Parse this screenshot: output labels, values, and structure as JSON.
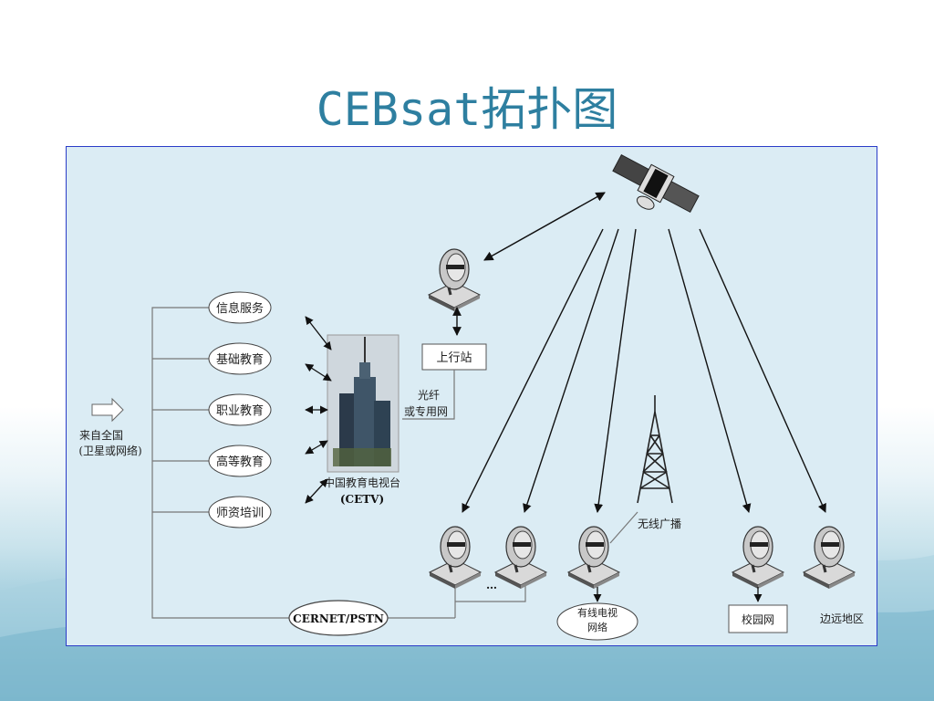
{
  "slide": {
    "title": "CEBsat拓扑图"
  },
  "diagram": {
    "services": [
      "信息服务",
      "基础教育",
      "职业教育",
      "高等教育",
      "师资培训"
    ],
    "source_line1": "来自全国",
    "source_line2": "(卫星或网络)",
    "tv_name": "中国教育电视台",
    "tv_abbr": "(CETV)",
    "uplink": "上行站",
    "fiber_line1": "光纤",
    "fiber_line2": "或专用网",
    "network": "CERNET/PSTN",
    "ellipsis": "…",
    "wireless": "无线广播",
    "cable_line1": "有线电视",
    "cable_line2": "网络",
    "campus": "校园网",
    "remote": "边远地区"
  },
  "colors": {
    "title": "#2e7fa0",
    "diagram_bg": "#dbecf4",
    "frame": "#2a3cc8"
  }
}
